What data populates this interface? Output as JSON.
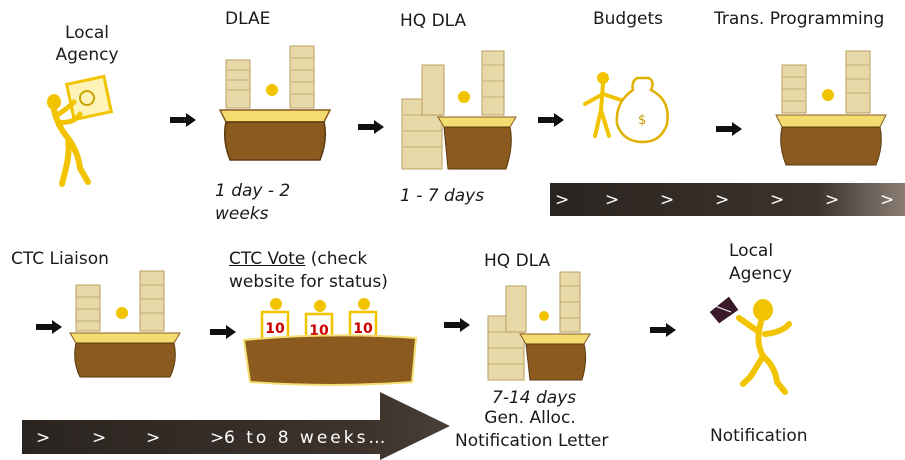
{
  "colors": {
    "desk": "#8a5a1e",
    "paper": "#e8d9a8",
    "figure": "#f2c400",
    "band_dark": "#2a2420",
    "band_light": "#8a7e74",
    "card": "#cc0000"
  },
  "row1": {
    "local_agency": "Local\nAgency",
    "dlae": "DLAE",
    "dlae_time_1": "1 day - 2",
    "dlae_time_2": "weeks",
    "hq_dla": "HQ DLA",
    "hq_time": "1 - 7 days",
    "budgets": "Budgets",
    "trans_programming": "Trans. Programming"
  },
  "band1": {
    "chevron": ">",
    "count": 7
  },
  "row2": {
    "ctc_liaison": "CTC Liaison",
    "ctc_vote": "CTC Vote",
    "ctc_vote_rest_1": " (check",
    "ctc_vote_rest_2": "website for status)",
    "hq_dla": "HQ DLA",
    "hq_time": "7-14 days",
    "gen_alloc": "Gen. Alloc.",
    "notif_letter": "Notification Letter",
    "local_agency_1": "Local",
    "local_agency_2": "Agency",
    "notification": "Notification",
    "vote_cards": [
      "10",
      "10",
      "10"
    ]
  },
  "band2": {
    "chevron": ">",
    "duration": "6 to 8 weeks…"
  },
  "icons": [
    "person-holding-sign-icon",
    "desk-with-paper-stacks-icon",
    "money-bag-icon",
    "envelope-icon",
    "voting-judges-icon",
    "arrow-right-icon"
  ]
}
